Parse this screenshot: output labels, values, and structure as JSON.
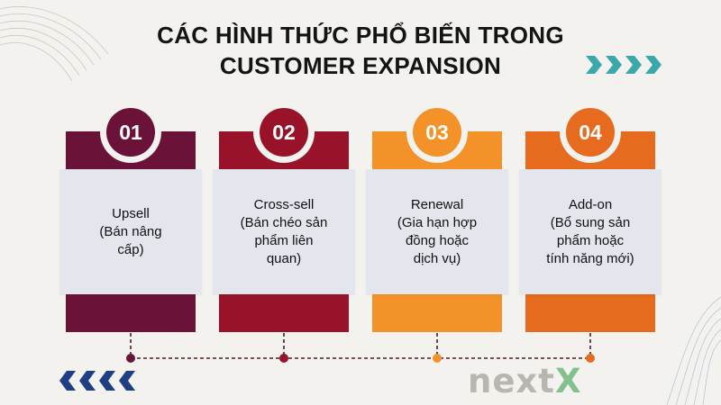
{
  "title": {
    "line1": "CÁC HÌNH THỨC PHỔ BIẾN TRONG",
    "line2": "CUSTOMER EXPANSION"
  },
  "steps": [
    {
      "number": "01",
      "text": "Upsell\n(Bán nâng\ncấp)",
      "color": "#6b1238"
    },
    {
      "number": "02",
      "text": "Cross-sell\n(Bán chéo sản\nphẩm liên\nquan)",
      "color": "#981229"
    },
    {
      "number": "03",
      "text": "Renewal\n(Gia hạn hợp\nđồng hoặc\ndịch vụ)",
      "color": "#f39228"
    },
    {
      "number": "04",
      "text": "Add-on\n(Bổ sung sản\nphẩm hoặc\ntính năng mới)",
      "color": "#e66b1f"
    }
  ],
  "logo": {
    "part1": "next",
    "part2": "X"
  },
  "colors": {
    "background": "#f3f2ee",
    "panel": "#e4e6ee",
    "chevron_teal": "#3aa7a8",
    "chevron_navy": "#1f3f84",
    "timeline": "#4a1f24"
  },
  "icons": [
    "chevron-right-icon",
    "chevron-left-icon"
  ]
}
